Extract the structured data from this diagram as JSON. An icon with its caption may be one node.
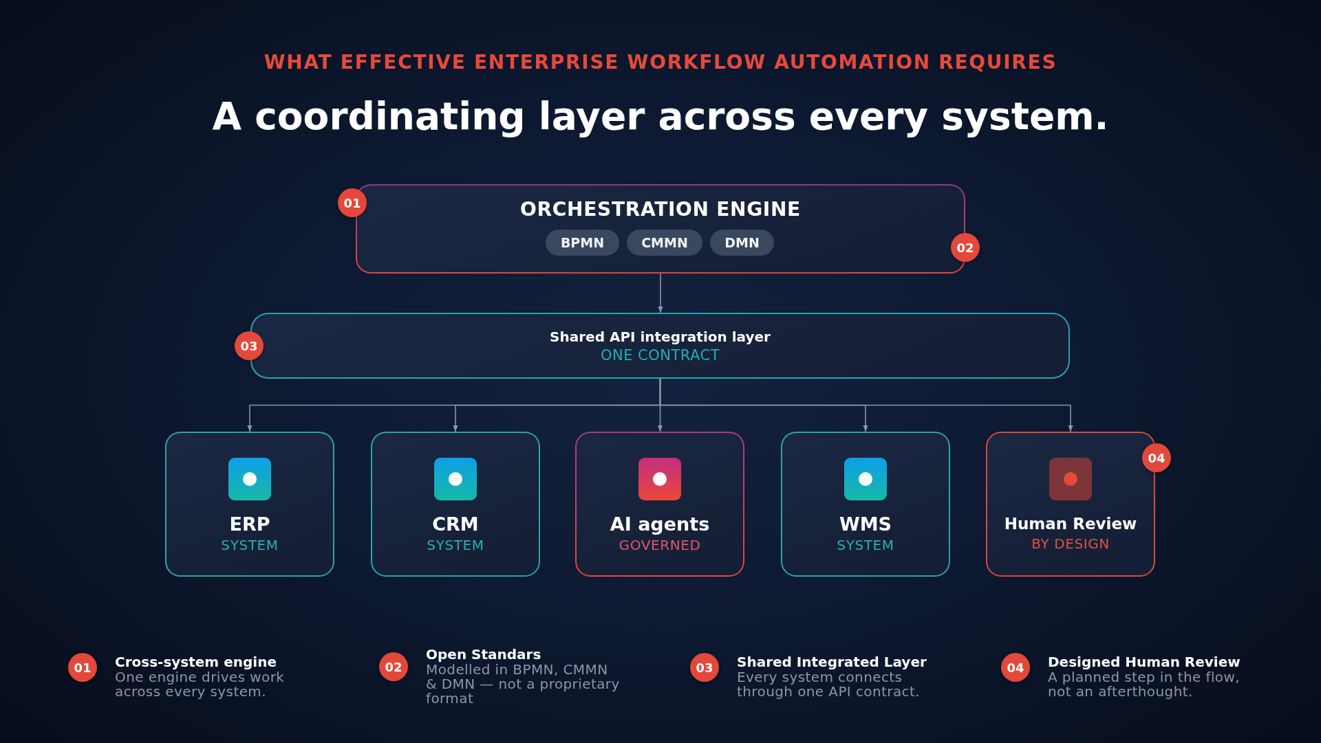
{
  "diagram": {
    "title": "A coordinating layer across every system.",
    "nodes": [
      {
        "text": [
          "ORCHESTRATION ENGINE"
        ]
      },
      {
        "text": [
          "BPMN"
        ],
        "in": 0
      },
      {
        "text": [
          "CMMN"
        ],
        "in": 0
      },
      {
        "text": [
          "DMN"
        ],
        "in": 0
      },
      {
        "text": [
          "01"
        ]
      },
      {
        "text": [
          "02"
        ]
      },
      {
        "text": [
          "Shared API integration layer",
          "ONE CONTRACT"
        ]
      },
      {
        "text": [
          "03"
        ]
      },
      {
        "text": [
          "ERP",
          "SYSTEM"
        ]
      },
      {
        "text": [
          "CRM",
          "SYSTEM"
        ]
      },
      {
        "text": [
          "AI agents",
          "GOVERNED"
        ]
      },
      {
        "text": [
          "WMS",
          "SYSTEM"
        ]
      },
      {
        "text": [
          "Human Review",
          "BY DESIGN"
        ]
      },
      {
        "text": [
          "04"
        ]
      },
      {
        "text": [
          "01"
        ],
        "beside": [
          "Cross-system engine",
          "One engine drives work across every system."
        ]
      },
      {
        "text": [
          "02"
        ],
        "beside": [
          "Open Standars",
          "Modelled in BPMN, CMMN & DMN — not a proprietary format"
        ]
      },
      {
        "text": [
          "03"
        ],
        "beside": [
          "Shared Integrated Layer",
          "Every system connects through one API contract."
        ]
      },
      {
        "text": [
          "04"
        ],
        "beside": [
          "Designed Human Review",
          "A planned step in the flow, not an afterthought."
        ]
      }
    ],
    "edges": [
      {
        "from": 0,
        "to": 6,
        "arrow": "to"
      },
      {
        "from": 6,
        "to": 8,
        "arrow": "to"
      },
      {
        "from": 6,
        "to": 9,
        "arrow": "to"
      },
      {
        "from": 6,
        "to": 10,
        "arrow": "to"
      },
      {
        "from": 6,
        "to": 11,
        "arrow": "to"
      },
      {
        "from": 6,
        "to": 12,
        "arrow": "to"
      }
    ],
    "labels": [
      "WHAT EFFECTIVE ENTERPRISE WORKFLOW AUTOMATION REQUIRES"
    ]
  }
}
